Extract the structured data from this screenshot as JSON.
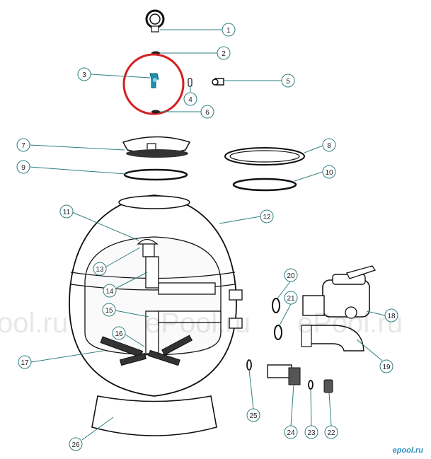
{
  "diagram": {
    "callouts": [
      "1",
      "2",
      "3",
      "4",
      "5",
      "6",
      "7",
      "8",
      "9",
      "10",
      "11",
      "12",
      "13",
      "14",
      "15",
      "16",
      "17",
      "18",
      "19",
      "20",
      "21",
      "22",
      "23",
      "24",
      "25",
      "26"
    ],
    "highlighted_part": "3",
    "highlight_color": "#d42020",
    "leader_color": "#2f7f7f",
    "part_color": "#1f8fb0"
  },
  "watermark": {
    "left": "ool.ru",
    "center": "ePool.ru",
    "right": "ePool.ru"
  },
  "brand_logo": "epool.ru"
}
